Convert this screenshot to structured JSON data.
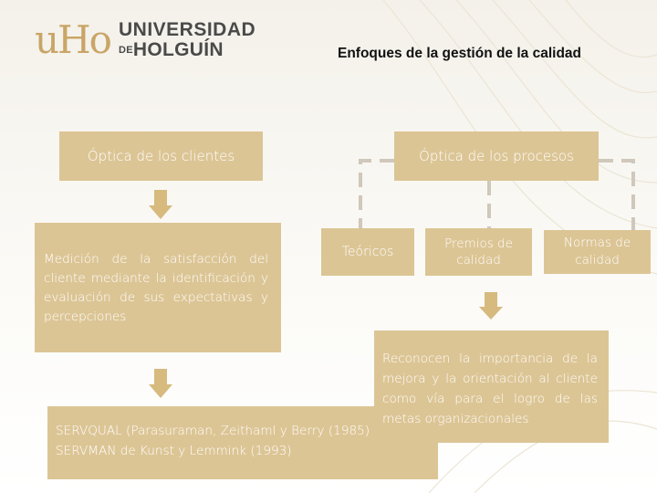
{
  "header": {
    "logo_mark": "uHo",
    "logo_line1": "UNIVERSIDAD",
    "logo_line2_prefix": "DE",
    "logo_line2": "HOLGUÍN",
    "title": "Enfoques de la gestión de la calidad"
  },
  "diagram": {
    "clientes": {
      "label": "Óptica de los clientes",
      "medicion": "Medición de la satisfacción del cliente mediante la identificación y evaluación de sus expectativas y percepciones",
      "servqual_line1": "SERVQUAL (Parasuraman, Zeithaml y Berry (1985)",
      "servqual_line2": "SERVMAN de Kunst y Lemmink (1993)"
    },
    "procesos": {
      "label": "Óptica de los procesos",
      "teoricos": "Teóricos",
      "premios": "Premios de calidad",
      "normas": "Normas de calidad",
      "reconocen": "Reconocen la importancia de la mejora y la orientación al cliente como vía para el logro de las metas organizacionales"
    }
  },
  "colors": {
    "box_fill": "#dcc595",
    "arrow": "#d6ba7e",
    "bracket": "#cfc8bb",
    "logo_gold": "#c9a566"
  }
}
